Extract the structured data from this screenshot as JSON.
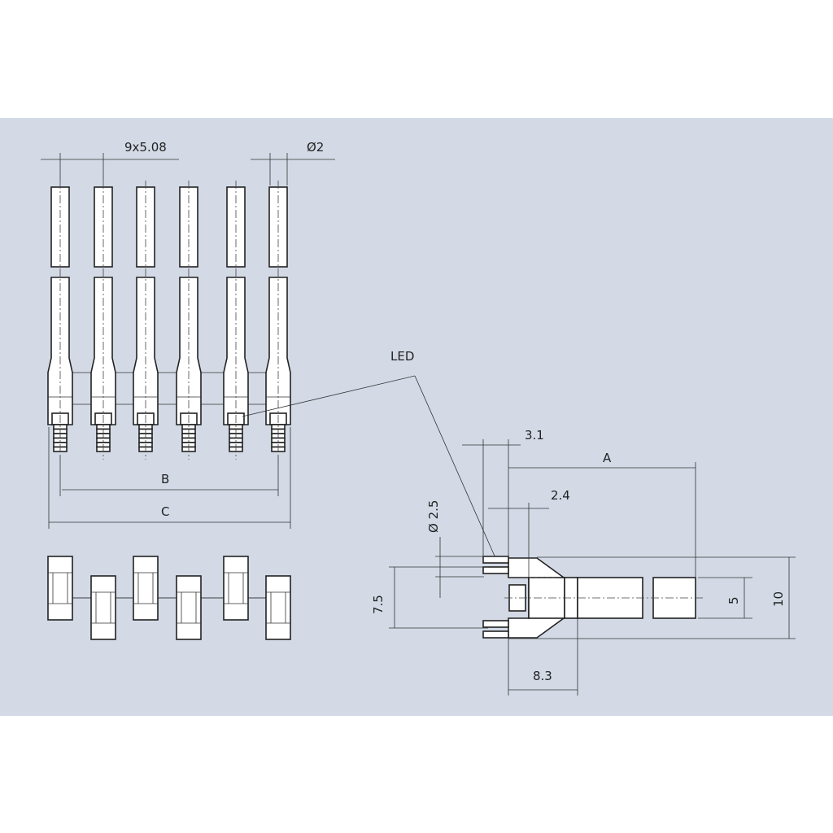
{
  "drawing": {
    "front_view": {
      "pitch_label": "9x5.08",
      "diameter_label": "Ø2",
      "dim_b": "B",
      "dim_c": "C",
      "pin_count": 6
    },
    "callout": {
      "led_label": "LED"
    },
    "side_view": {
      "dim_3_1": "3.1",
      "dim_a": "A",
      "dim_2_4": "2.4",
      "dim_dia_2_5": "Ø 2.5",
      "dim_7_5": "7.5",
      "dim_5": "5",
      "dim_10": "10",
      "dim_8_3": "8.3"
    },
    "colors": {
      "background": "#d3dae6",
      "line": "#222222",
      "part_fill": "#ffffff"
    }
  }
}
